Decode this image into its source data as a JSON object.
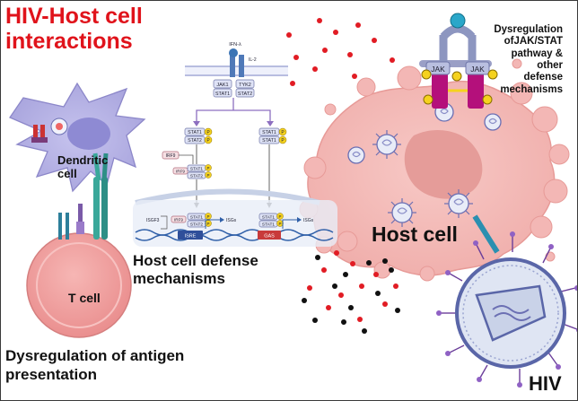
{
  "title": [
    "HIV-Host cell",
    "interactions"
  ],
  "dendritic_cell_label": [
    "Dendritic",
    "cell"
  ],
  "t_cell_label": "T cell",
  "antigen_label": [
    "Dysregulation of antigen",
    "presentation"
  ],
  "defense_label": [
    "Host cell defense",
    "mechanisms"
  ],
  "host_cell_label": "Host cell",
  "hiv_label": "HIV",
  "jak_stat_label": [
    "Dysregulation",
    "ofJAK/STAT",
    "pathway &",
    "other",
    "defense",
    "mechanisms"
  ],
  "receptor_labels": {
    "jak": "JAK",
    "p": "P"
  },
  "pathway": {
    "ligand": "IFN-λ",
    "receptor_chain": "IL-2",
    "kinase_left": "JAK1",
    "kinase_right": "TYK2",
    "stat_left": "STAT1",
    "stat_right": "STAT2",
    "stat1": "STAT1",
    "stat2": "STAT2",
    "irf9": "IRF9",
    "isgf3": "ISGF3",
    "isre": "ISRE",
    "gas": "GAS",
    "isgs": "ISGs",
    "p": "P"
  },
  "colors": {
    "title": "#e0131b",
    "host_cell": "#f3b7b5",
    "dendritic_cell": "#b9b6e6",
    "t_cell": "#f0a3a2",
    "hiv_core": "#c9d2e8",
    "receptor": "#8d96c0",
    "jak": "#b4107b",
    "phospho": "#f5d21e"
  }
}
